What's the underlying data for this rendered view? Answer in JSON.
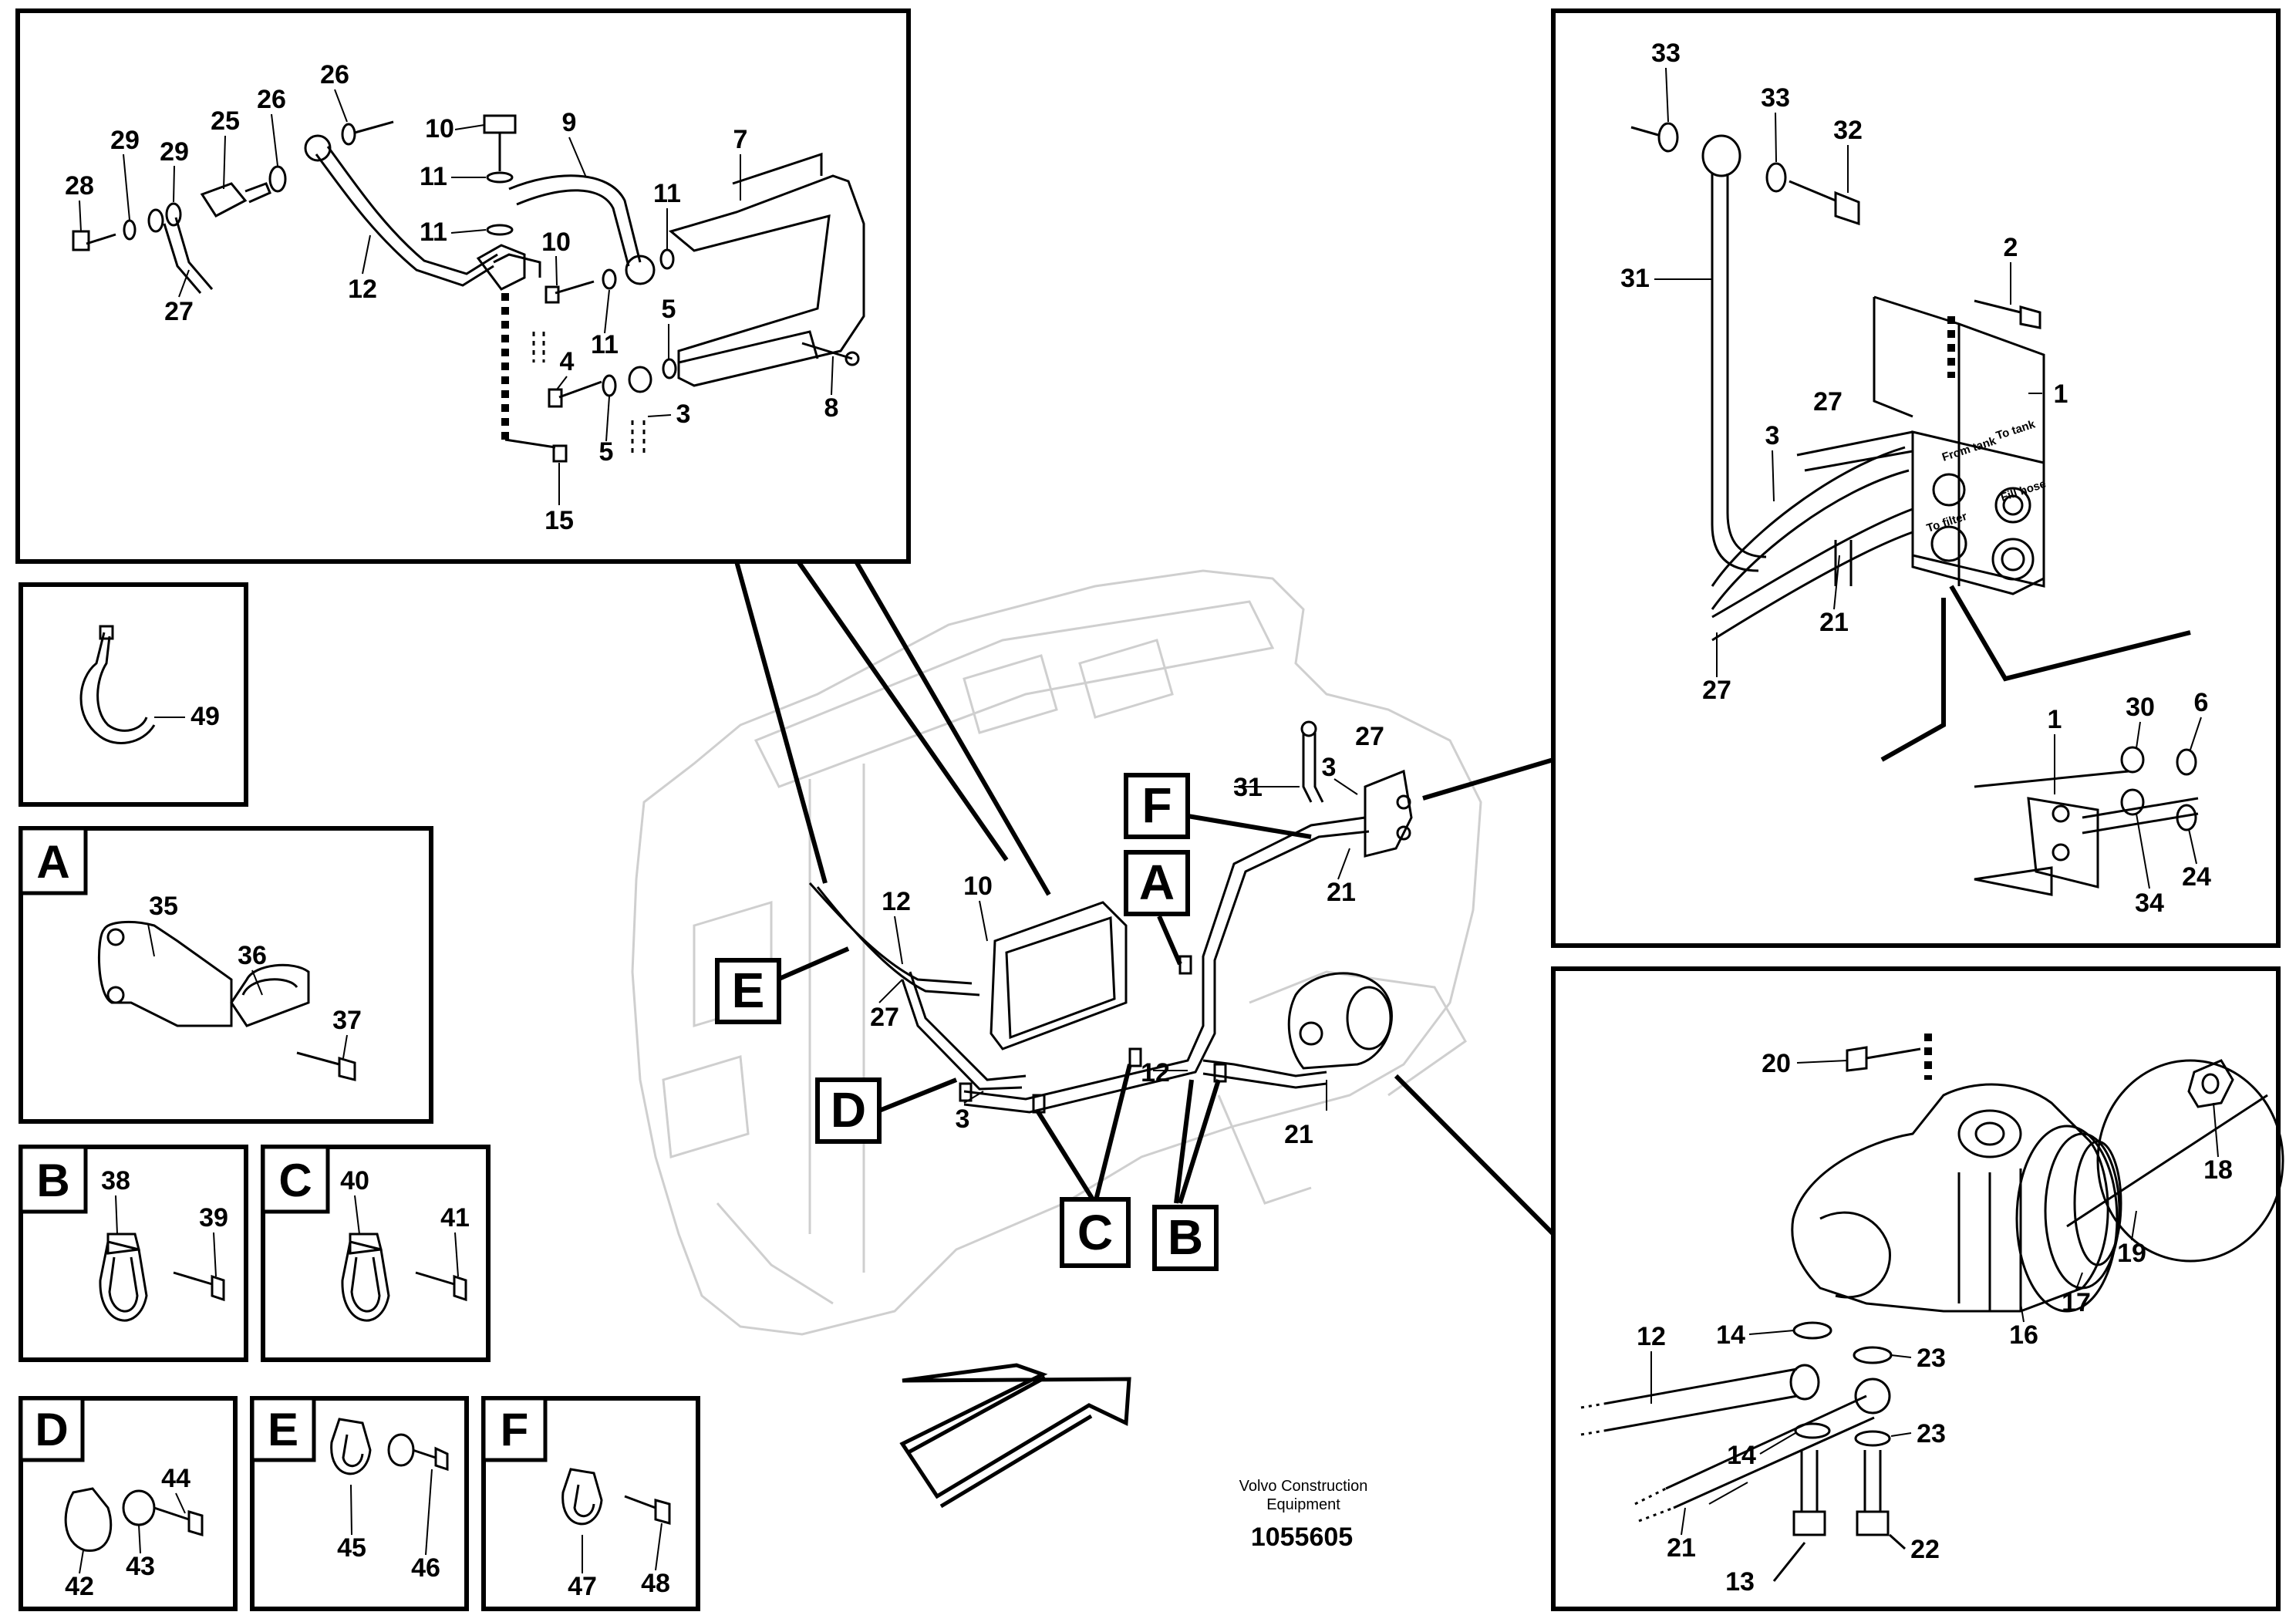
{
  "caption": {
    "line1": "Volvo Construction",
    "line2": "Equipment",
    "number": "1055605"
  },
  "ports": {
    "from_tank": "From tank",
    "to_tank": "To tank",
    "to_filter": "To filter",
    "filter": "Fill hose"
  },
  "callouts": {
    "A": "A",
    "B": "B",
    "C": "C",
    "D": "D",
    "E": "E",
    "F": "F"
  },
  "parts": {
    "p1": "1",
    "p2": "2",
    "p3": "3",
    "p4": "4",
    "p5": "5",
    "p6": "6",
    "p7": "7",
    "p8": "8",
    "p9": "9",
    "p10": "10",
    "p11": "11",
    "p12": "12",
    "p13": "13",
    "p14": "14",
    "p15": "15",
    "p16": "16",
    "p17": "17",
    "p18": "18",
    "p19": "19",
    "p20": "20",
    "p21": "21",
    "p22": "22",
    "p23": "23",
    "p24": "24",
    "p25": "25",
    "p26": "26",
    "p27": "27",
    "p28": "28",
    "p29": "29",
    "p30": "30",
    "p31": "31",
    "p32": "32",
    "p33": "33",
    "p34": "34",
    "p35": "35",
    "p36": "36",
    "p37": "37",
    "p38": "38",
    "p39": "39",
    "p40": "40",
    "p41": "41",
    "p42": "42",
    "p43": "43",
    "p44": "44",
    "p45": "45",
    "p46": "46",
    "p47": "47",
    "p48": "48",
    "p49": "49"
  }
}
